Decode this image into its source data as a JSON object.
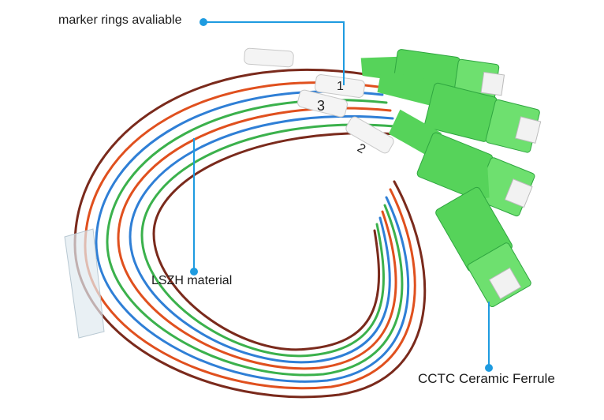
{
  "callouts": {
    "marker_rings": "marker rings avaliable",
    "lszh": "LSZH material",
    "ferrule": "CCTC Ceramic Ferrule"
  },
  "marker_numbers": [
    "1",
    "3",
    "2"
  ],
  "colors": {
    "callout_accent": "#1e9be0",
    "connector_green": "#56d35a",
    "connector_green_dark": "#2fa640",
    "fiber_brown": "#7a2a1c",
    "fiber_orange": "#e0501e",
    "fiber_blue": "#2f7fd6",
    "fiber_green": "#3bb14c"
  }
}
